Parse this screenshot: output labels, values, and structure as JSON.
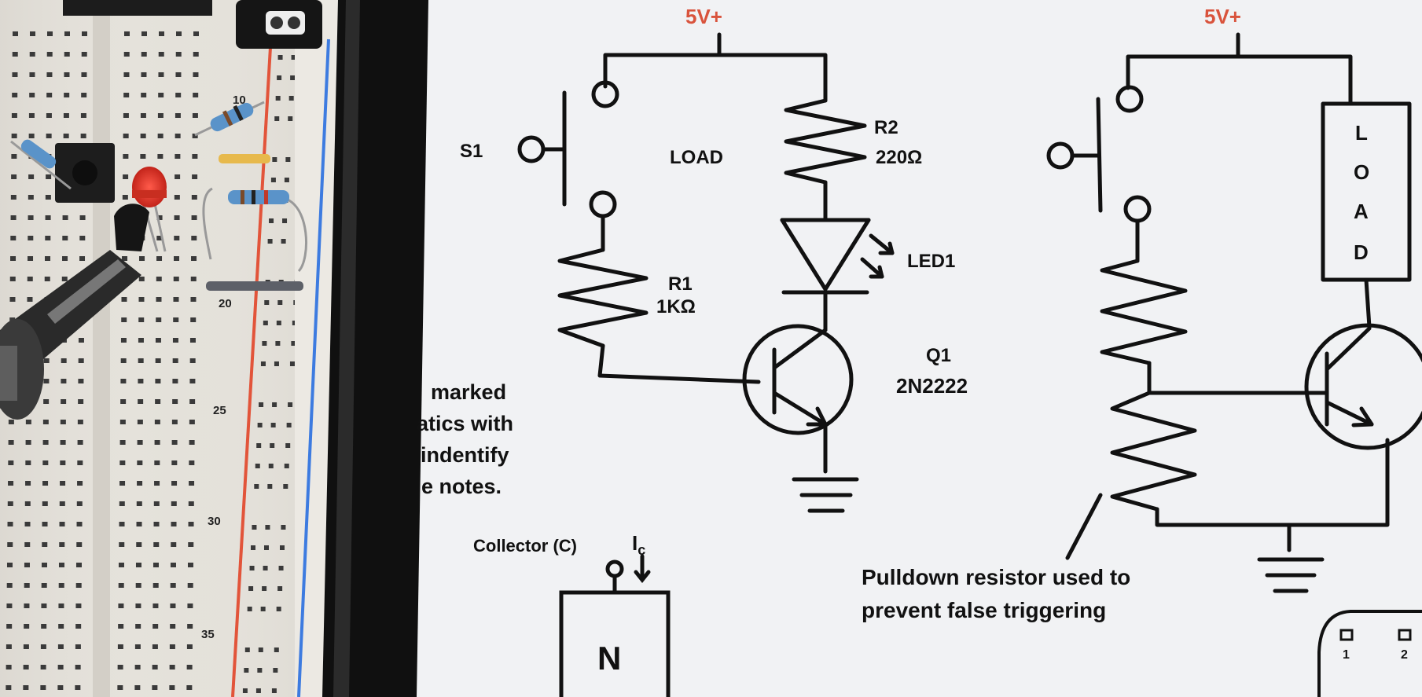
{
  "colors": {
    "paper": "#f1f2f4",
    "ink": "#111111",
    "supply_red": "#d9533c",
    "board": "#e6e3dc",
    "rail_red": "#e2543a",
    "rail_blue": "#3d7be0",
    "bezel": "#121212"
  },
  "breadboard": {
    "row_numbers": [
      "10",
      "20",
      "25",
      "30",
      "35"
    ]
  },
  "schematic_left": {
    "supply": "5V+",
    "switch": "S1",
    "load_label": "LOAD",
    "r2_name": "R2",
    "r2_value": "220Ω",
    "led": "LED1",
    "r1_name": "R1",
    "r1_value": "1KΩ",
    "transistor_name": "Q1",
    "transistor_part": "2N2222"
  },
  "margin_note": [
    "marked",
    "atics with",
    "indentify",
    "e notes."
  ],
  "schematic_right": {
    "supply": "5V+",
    "load_letters": [
      "L",
      "O",
      "A",
      "D"
    ],
    "annotation_line1": "Pulldown resistor used to",
    "annotation_line2": "prevent false triggering"
  },
  "npn_diagram": {
    "collector_label": "Collector (C)",
    "current_label": "I",
    "current_sub": "c",
    "region": "N"
  },
  "pinout": {
    "pin1": "1",
    "pin2": "2"
  }
}
